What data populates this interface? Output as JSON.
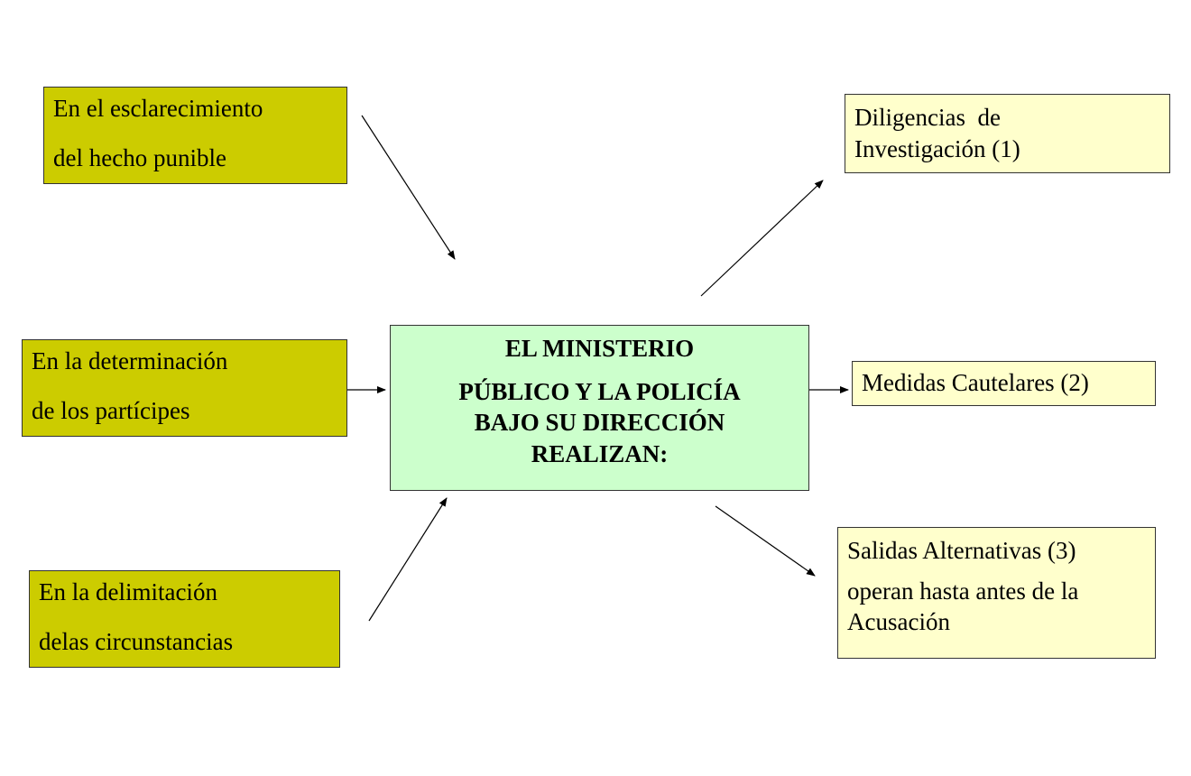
{
  "inputs": [
    {
      "id": "esclarecimiento",
      "lines": [
        "En el esclarecimiento",
        "del hecho punible"
      ]
    },
    {
      "id": "determinacion",
      "lines": [
        "En la determinación",
        "de los partícipes"
      ]
    },
    {
      "id": "delimitacion",
      "lines": [
        "En la delimitación",
        "delas circunstancias"
      ]
    }
  ],
  "center": {
    "lines": [
      "EL MINISTERIO",
      "PÚBLICO Y LA POLICÍA",
      "BAJO SU DIRECCIÓN",
      "REALIZAN:"
    ]
  },
  "outputs": [
    {
      "id": "diligencias",
      "lines": [
        "Diligencias  de",
        "Investigación (1)"
      ]
    },
    {
      "id": "medidas",
      "lines": [
        "Medidas Cautelares (2)"
      ]
    },
    {
      "id": "salidas",
      "lines": [
        "Salidas Alternativas (3)",
        "operan hasta antes de la",
        "Acusación"
      ]
    }
  ],
  "colors": {
    "input_fill": "#cccc00",
    "center_fill": "#ccffcc",
    "output_fill": "#ffffcc",
    "arrow": "#000000"
  }
}
